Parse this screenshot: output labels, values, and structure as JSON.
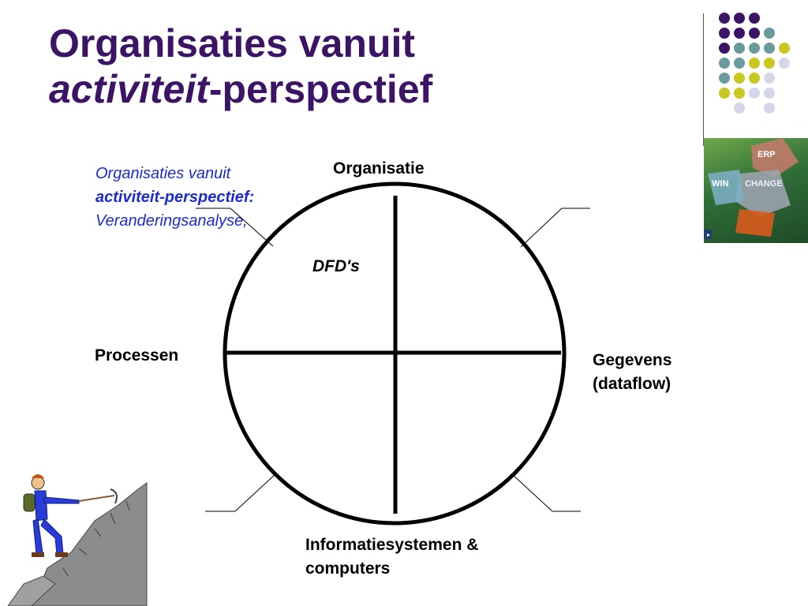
{
  "slide": {
    "title_line1": "Organisaties vanuit",
    "title_italic": "activiteit",
    "title_rest": "-perspectief"
  },
  "note": {
    "line1": "Organisaties vanuit",
    "line2": "activiteit-perspectief:",
    "line3": "Veranderingsanalyse,"
  },
  "diagram": {
    "top_label": "Organisatie",
    "left_label": "Processen",
    "right_label_1": "Gegevens",
    "right_label_2": "(dataflow)",
    "bottom_label_1": "Informatiesystemen &",
    "bottom_label_2": "computers",
    "quadrant_label": "DFD's"
  },
  "decoration": {
    "puzzle_texts": [
      "ERP",
      "CHANGE",
      "WIN"
    ],
    "dot_colors": {
      "purple": "#3b1466",
      "teal": "#6a9a9c",
      "yellow": "#c9c820",
      "lavender": "#d6d6ea"
    }
  }
}
